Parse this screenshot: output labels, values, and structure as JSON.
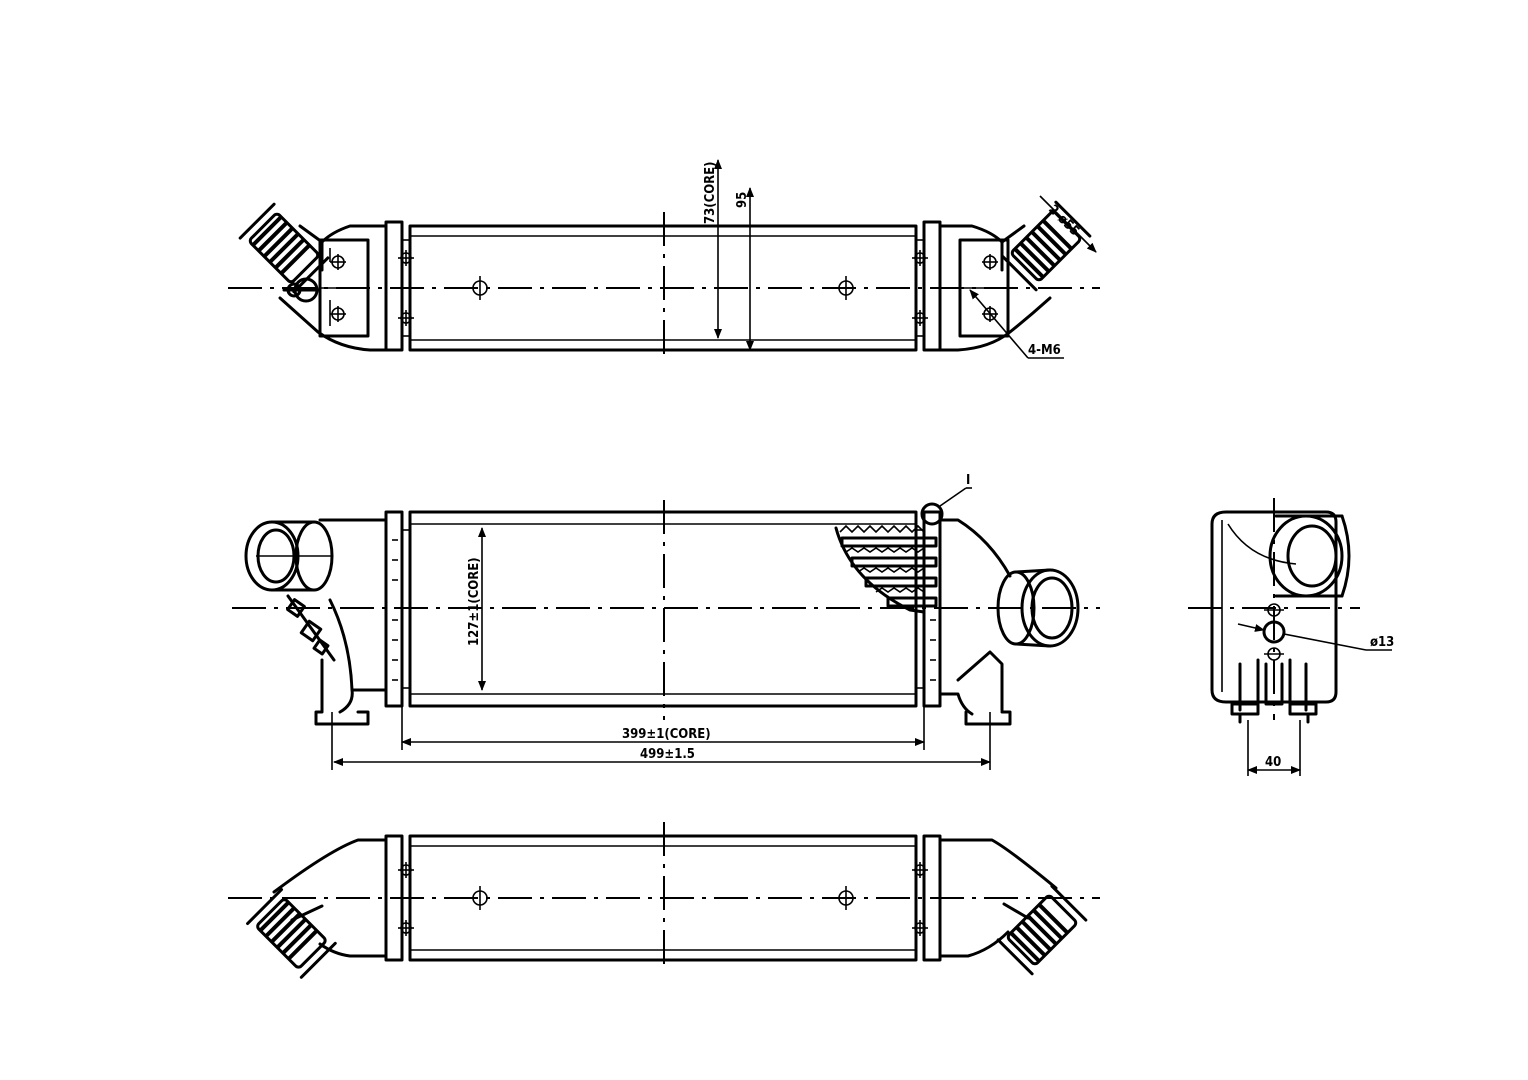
{
  "dimensions": {
    "core_depth": "73(CORE)",
    "total_depth": "95",
    "pipe_diameter": "2-ø55",
    "mount_thread": "4-M6",
    "core_height": "127±1(CORE)",
    "core_width": "399±1(CORE)",
    "total_width": "499±1.5",
    "hole_diameter": "ø13",
    "bracket_spacing": "40",
    "detail_marker": "I"
  }
}
